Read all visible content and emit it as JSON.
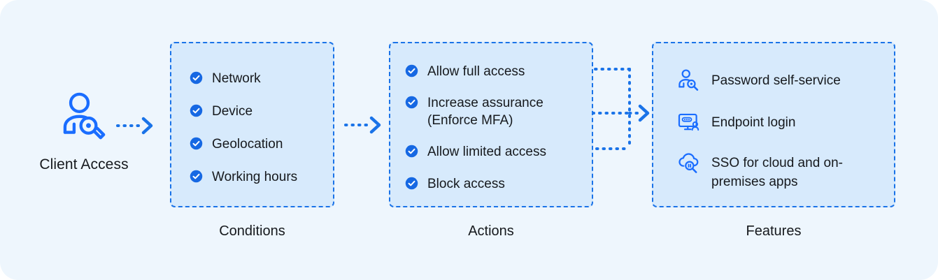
{
  "diagram": {
    "source": {
      "label": "Client Access",
      "icon": "user-key-search-icon"
    },
    "groups": [
      {
        "id": "conditions",
        "label": "Conditions",
        "items": [
          {
            "icon": "check-circle-icon",
            "text": "Network"
          },
          {
            "icon": "check-circle-icon",
            "text": "Device"
          },
          {
            "icon": "check-circle-icon",
            "text": "Geolocation"
          },
          {
            "icon": "check-circle-icon",
            "text": "Working hours"
          }
        ]
      },
      {
        "id": "actions",
        "label": "Actions",
        "items": [
          {
            "icon": "check-circle-icon",
            "text": "Allow full access"
          },
          {
            "icon": "check-circle-icon",
            "text": "Increase assurance\n(Enforce MFA)"
          },
          {
            "icon": "check-circle-icon",
            "text": "Allow limited access"
          },
          {
            "icon": "check-circle-icon",
            "text": "Block access"
          }
        ]
      },
      {
        "id": "features",
        "label": "Features",
        "items": [
          {
            "icon": "user-search-icon",
            "text": "Password self-service"
          },
          {
            "icon": "monitor-user-login-icon",
            "text": "Endpoint login"
          },
          {
            "icon": "cloud-search-icon",
            "text": "SSO for cloud and on-\npremises apps"
          }
        ]
      }
    ],
    "connectors": [
      {
        "name": "client-to-conditions",
        "style": "dotted-arrow"
      },
      {
        "name": "conditions-to-actions",
        "style": "dotted-arrow"
      },
      {
        "name": "actions-to-features",
        "style": "dotted-bus-arrow"
      }
    ],
    "colors": {
      "page_background": "#ffffff",
      "card_background": "#eef6fd",
      "box_fill": "#d7eafc",
      "accent": "#1a73e8",
      "badge": "#1668e3",
      "text": "#16191d"
    }
  }
}
